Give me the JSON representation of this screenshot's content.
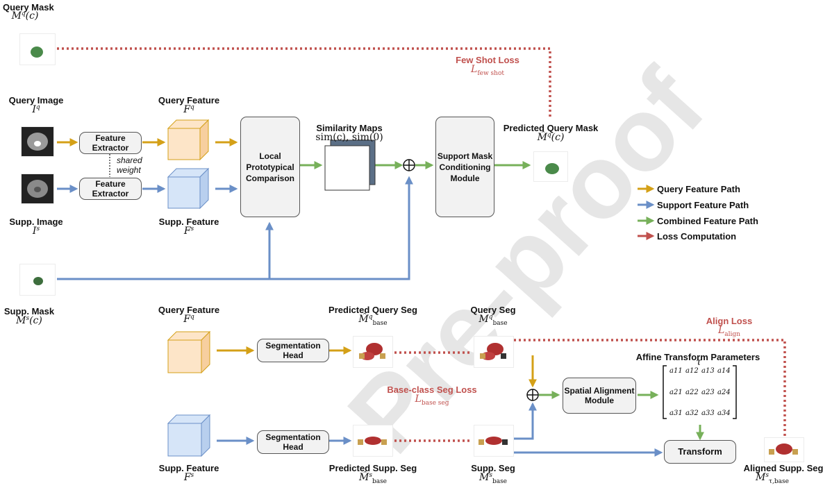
{
  "colors": {
    "query_path": "#d4a017",
    "support_path": "#6a8fc7",
    "combined_path": "#77b05a",
    "loss": "#c0504d",
    "query_feature_fill": "#fde5c8",
    "support_feature_fill": "#d6e5f8"
  },
  "top": {
    "query_mask_label": "Query  Mask",
    "query_mask_sym": "M",
    "query_image_label": "Query Image",
    "supp_image_label": "Supp. Image",
    "feature_extractor": "Feature Extractor",
    "shared_weight": "shared weight",
    "query_feature_label": "Query  Feature",
    "supp_feature_label": "Supp.  Feature",
    "local_proto": "Local Prototypical Comparison",
    "similarity_maps": "Similarity Maps",
    "similarity_sym": "sim(c), sim(0)",
    "support_mask_module": "Support Mask Conditioning Module",
    "predicted_query_mask": "Predicted Query  Mask",
    "few_shot_loss": "Few Shot Loss",
    "few_shot_sym": "few shot",
    "supp_mask_label": "Supp. Mask"
  },
  "legend": {
    "items": [
      {
        "label": "Query Feature Path",
        "color": "#d4a017"
      },
      {
        "label": "Support Feature Path",
        "color": "#6a8fc7"
      },
      {
        "label": "Combined Feature Path",
        "color": "#77b05a"
      },
      {
        "label": "Loss Computation",
        "color": "#c0504d"
      }
    ]
  },
  "bottom": {
    "query_feature_label": "Query  Feature",
    "supp_feature_label": "Supp.  Feature",
    "seg_head": "Segmentation Head",
    "predicted_query_seg": "Predicted Query  Seg",
    "predicted_supp_seg": "Predicted Supp.  Seg",
    "query_seg": "Query  Seg",
    "supp_seg": "Supp.  Seg",
    "base_seg_loss": "Base-class Seg Loss",
    "base_seg_sym": "base seg",
    "align_loss": "Align Loss",
    "align_sym": "align",
    "spatial_module": "Spatial Alignment Module",
    "affine_title": "Affine Transform Parameters",
    "tau": "τ",
    "matrix": [
      [
        "a11",
        "a12",
        "a13",
        "a14"
      ],
      [
        "a21",
        "a22",
        "a23",
        "a24"
      ],
      [
        "a31",
        "a32",
        "a33",
        "a34"
      ]
    ],
    "transform": "Transform",
    "aligned_supp_seg": "Aligned Supp.  Seg"
  },
  "watermark": "Pre-proof"
}
